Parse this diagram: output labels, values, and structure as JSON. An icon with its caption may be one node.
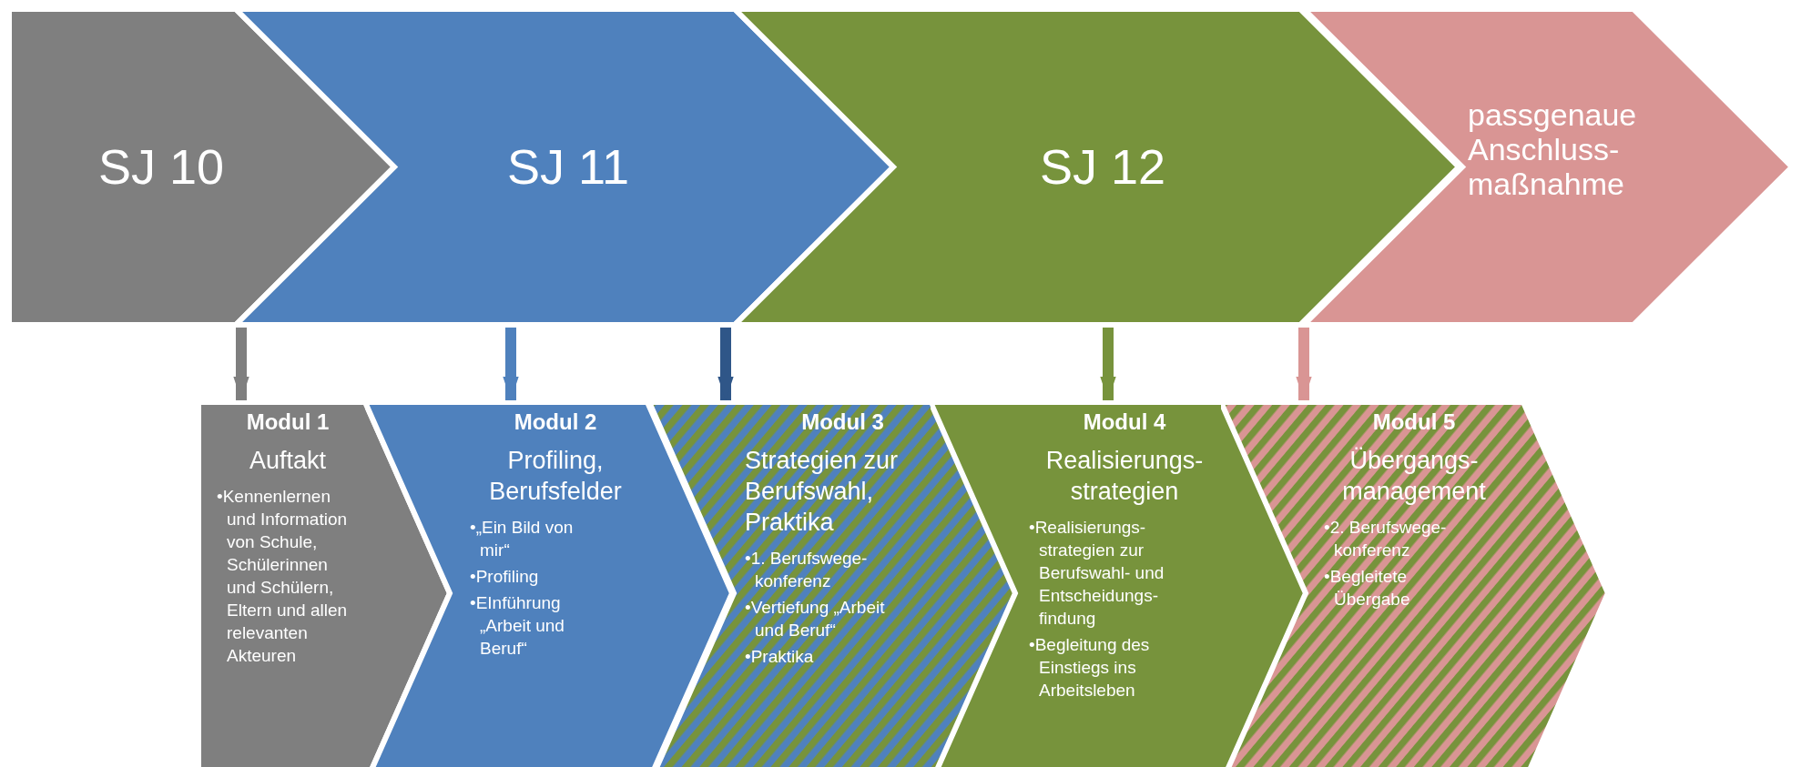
{
  "diagram": {
    "nodes": [
      {
        "text": [
          "SJ 10"
        ]
      },
      {
        "text": [
          "SJ 11"
        ]
      },
      {
        "text": [
          "SJ 12"
        ]
      },
      {
        "text": [
          "passgenaue Anschluss- maßnahme"
        ]
      },
      {
        "text": [
          "Modul 1",
          "Auftakt",
          "•Kennenlernen und Information von Schule, Schülerinnen und Schülern, Eltern und allen relevanten Akteuren"
        ]
      },
      {
        "text": [
          "Modul 2",
          "Profiling, Berufsfelder",
          "•„Ein Bild von mir“",
          "•Profiling",
          "•EInführung „Arbeit und Beruf“"
        ]
      },
      {
        "text": [
          "Modul 3",
          "Strategien zur Berufswahl, Praktika",
          "•1. Berufswege- konferenz",
          "•Vertiefung „Arbeit und Beruf“",
          "•Praktika"
        ]
      },
      {
        "text": [
          "Modul 4",
          "Realisierungs- strategien",
          "•Realisierungs- strategien zur Berufswahl- und Entscheidungs- findung",
          "•Begleitung des Einstiegs ins Arbeitsleben"
        ]
      },
      {
        "text": [
          "Modul 5",
          "Übergangs- management",
          "•2. Berufswege- konferenz",
          "•Begleitete Übergabe"
        ]
      }
    ],
    "edges": [
      {
        "from": 0,
        "to": 4,
        "arrow": "to",
        "color": "#7f7f7f"
      },
      {
        "from": 1,
        "to": 5,
        "arrow": "to",
        "color": "#4f81bd"
      },
      {
        "from": 1,
        "to": 6,
        "arrow": "to",
        "color": "#2f5688"
      },
      {
        "from": 2,
        "to": 7,
        "arrow": "to",
        "color": "#77933c"
      },
      {
        "from": 3,
        "to": 8,
        "arrow": "to",
        "color": "#d99594"
      }
    ]
  }
}
